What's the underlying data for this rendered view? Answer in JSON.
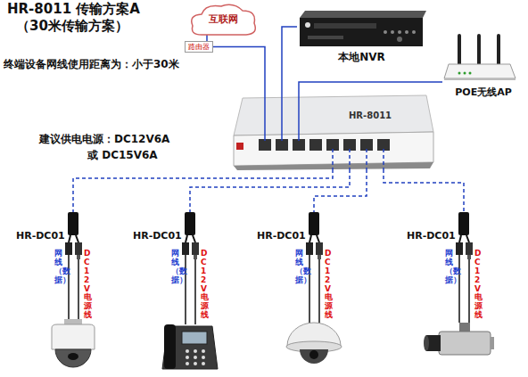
{
  "diagram": {
    "title": "HR-8011 传输方案A",
    "nodes": [
      {
        "text": [
          "互联网"
        ]
      },
      {
        "text": [
          "路由器"
        ]
      },
      {
        "text": [
          "本地NVR"
        ]
      },
      {
        "text": [
          "POE无线AP"
        ]
      },
      {
        "text": [
          "HR-8011"
        ]
      },
      {
        "text": [
          "HR-DC01",
          "网线（数据）",
          "DC12V电源线"
        ]
      },
      {
        "text": [
          "HR-DC01",
          "网线（数据）",
          "DC12V电源线"
        ]
      },
      {
        "text": [
          "HR-DC01",
          "网线（数据）",
          "DC12V电源线"
        ]
      },
      {
        "text": [
          "HR-DC01",
          "网线（数据）",
          "DC12V电源线"
        ]
      }
    ],
    "edges": [
      {
        "from": 0,
        "to": 1,
        "arrow": "none"
      },
      {
        "from": 1,
        "to": 4,
        "arrow": "none"
      },
      {
        "from": 2,
        "to": 4,
        "arrow": "none"
      },
      {
        "from": 3,
        "to": 4,
        "arrow": "none"
      },
      {
        "from": 4,
        "to": 5,
        "arrow": "none"
      },
      {
        "from": 4,
        "to": 6,
        "arrow": "none"
      },
      {
        "from": 4,
        "to": 7,
        "arrow": "none"
      },
      {
        "from": 4,
        "to": 8,
        "arrow": "none"
      }
    ],
    "labels": [
      "（30米传输方案）",
      "终端设备网线使用距离为：小于30米",
      "建议供电电源：DC12V6A",
      "或 DC15V6A"
    ]
  }
}
